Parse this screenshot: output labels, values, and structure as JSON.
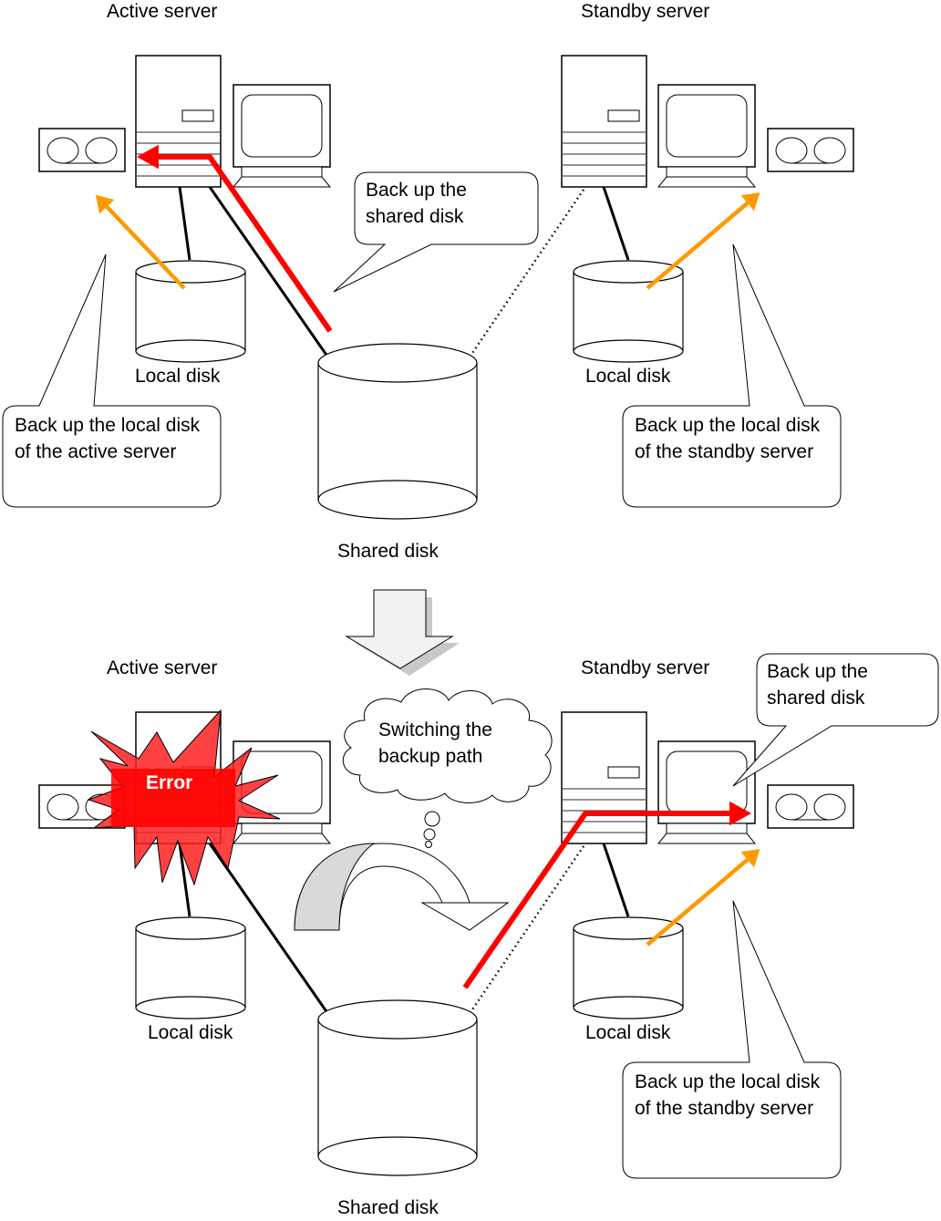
{
  "colors": {
    "backup_path_red": "#ff0000",
    "local_backup_orange": "#ff9900",
    "error_red": "#ff2020",
    "outline": "#000000",
    "transition_arrow": "#f2f2f2",
    "curved_arrow_shade": "#d9d9d9"
  },
  "top_panel": {
    "active_server_label": "Active server",
    "standby_server_label": "Standby server",
    "active_local_disk_label": "Local disk",
    "standby_local_disk_label": "Local disk",
    "shared_disk_label": "Shared disk",
    "callout_shared": "Back up the shared disk",
    "callout_active_local": "Back up the local disk of the active server",
    "callout_standby_local": "Back up the local disk of the standby server"
  },
  "transition": {
    "icon": "down-arrow-icon"
  },
  "bottom_panel": {
    "active_server_label": "Active server",
    "standby_server_label": "Standby server",
    "active_local_disk_label": "Local disk",
    "standby_local_disk_label": "Local disk",
    "shared_disk_label": "Shared disk",
    "error_label": "Error",
    "thought_bubble": "Switching the backup path",
    "callout_shared": "Back up the shared disk",
    "callout_standby_local": "Back up the local disk of the standby server"
  }
}
